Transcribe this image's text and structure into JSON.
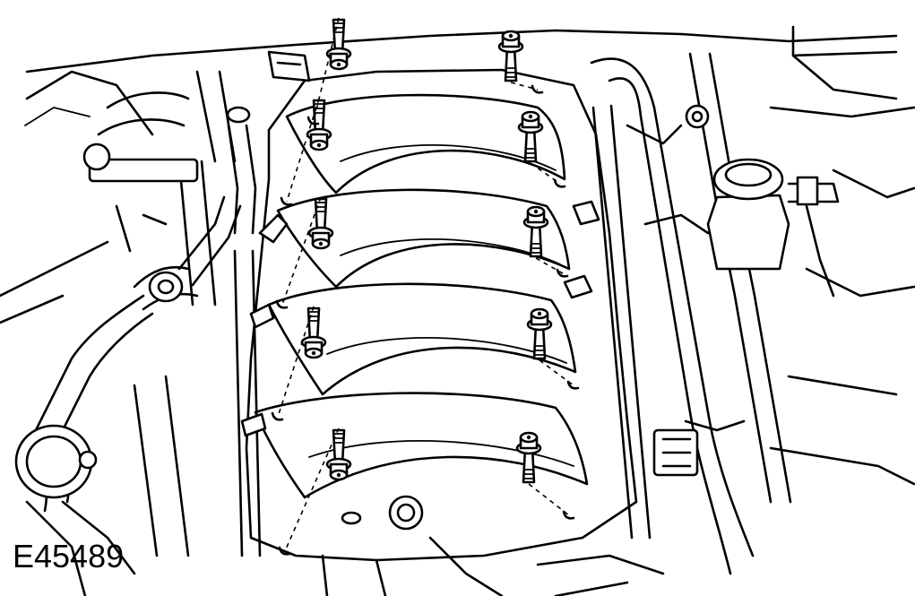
{
  "figure": {
    "id_label": "E45489",
    "subject": "engine-intake-manifold-bolts",
    "bolt_count": 10,
    "line_color": "#000000",
    "background_color": "#ffffff"
  }
}
